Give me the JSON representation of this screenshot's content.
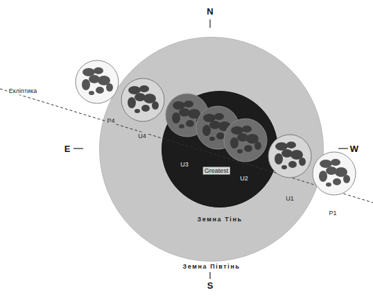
{
  "diagram": {
    "nodes": [
      {
        "text": [
          "Земна Півтінь"
        ]
      },
      {
        "text": [
          "Земна Тінь"
        ],
        "in": 0
      }
    ],
    "labels": [
      "N",
      "S",
      "E",
      "W",
      "Екліптика",
      "P4",
      "U4",
      "U3",
      "Greatest",
      "U2",
      "U1",
      "P1"
    ]
  }
}
